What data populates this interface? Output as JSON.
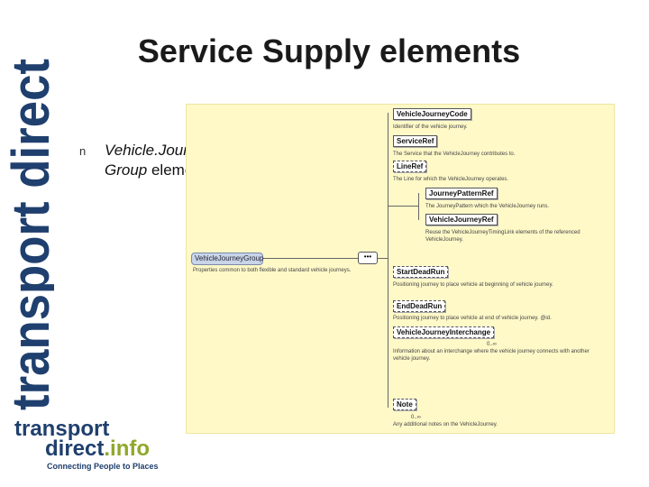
{
  "slide": {
    "title": "Service Supply elements",
    "vertical_brand": "transport direct",
    "bullet_symbol": "n",
    "bullet_italic": "Vehicle.Journey Group",
    "bullet_rest": " element"
  },
  "diagram": {
    "group_label": "VehicleJourneyGroup",
    "group_desc": "Properties common to both flexible and standard vehicle journeys.",
    "sequence_symbol": "•••",
    "elements": [
      {
        "label": "VehicleJourneyCode",
        "desc": "Identifier of the vehicle journey."
      },
      {
        "label": "ServiceRef",
        "desc": "The Service that the VehicleJourney contributes to."
      },
      {
        "label": "LineRef",
        "desc": "The Line for which the VehicleJourney operates."
      },
      {
        "label": "JourneyPatternRef",
        "desc": "The JourneyPattern which the VehicleJourney runs."
      },
      {
        "label": "VehicleJourneyRef",
        "desc": "Reuse the VehicleJourneyTimingLink elements of the referenced VehicleJourney."
      },
      {
        "label": "StartDeadRun",
        "desc": "Positioning journey to place vehicle at beginning of vehicle journey."
      },
      {
        "label": "EndDeadRun",
        "desc": "Positioning journey to place vehicle at end of vehicle journey. @id."
      },
      {
        "label": "VehicleJourneyInterchange",
        "desc": "Information about an interchange where the vehicle journey connects with another vehicle journey."
      },
      {
        "label": "Note",
        "desc": "Any additional notes on the VehicleJourney."
      }
    ],
    "multiplicity": "0..∞"
  },
  "logo": {
    "line1": "transport",
    "line2": "direct",
    "line2_suffix": ".info",
    "tagline": "Connecting People to Places"
  }
}
